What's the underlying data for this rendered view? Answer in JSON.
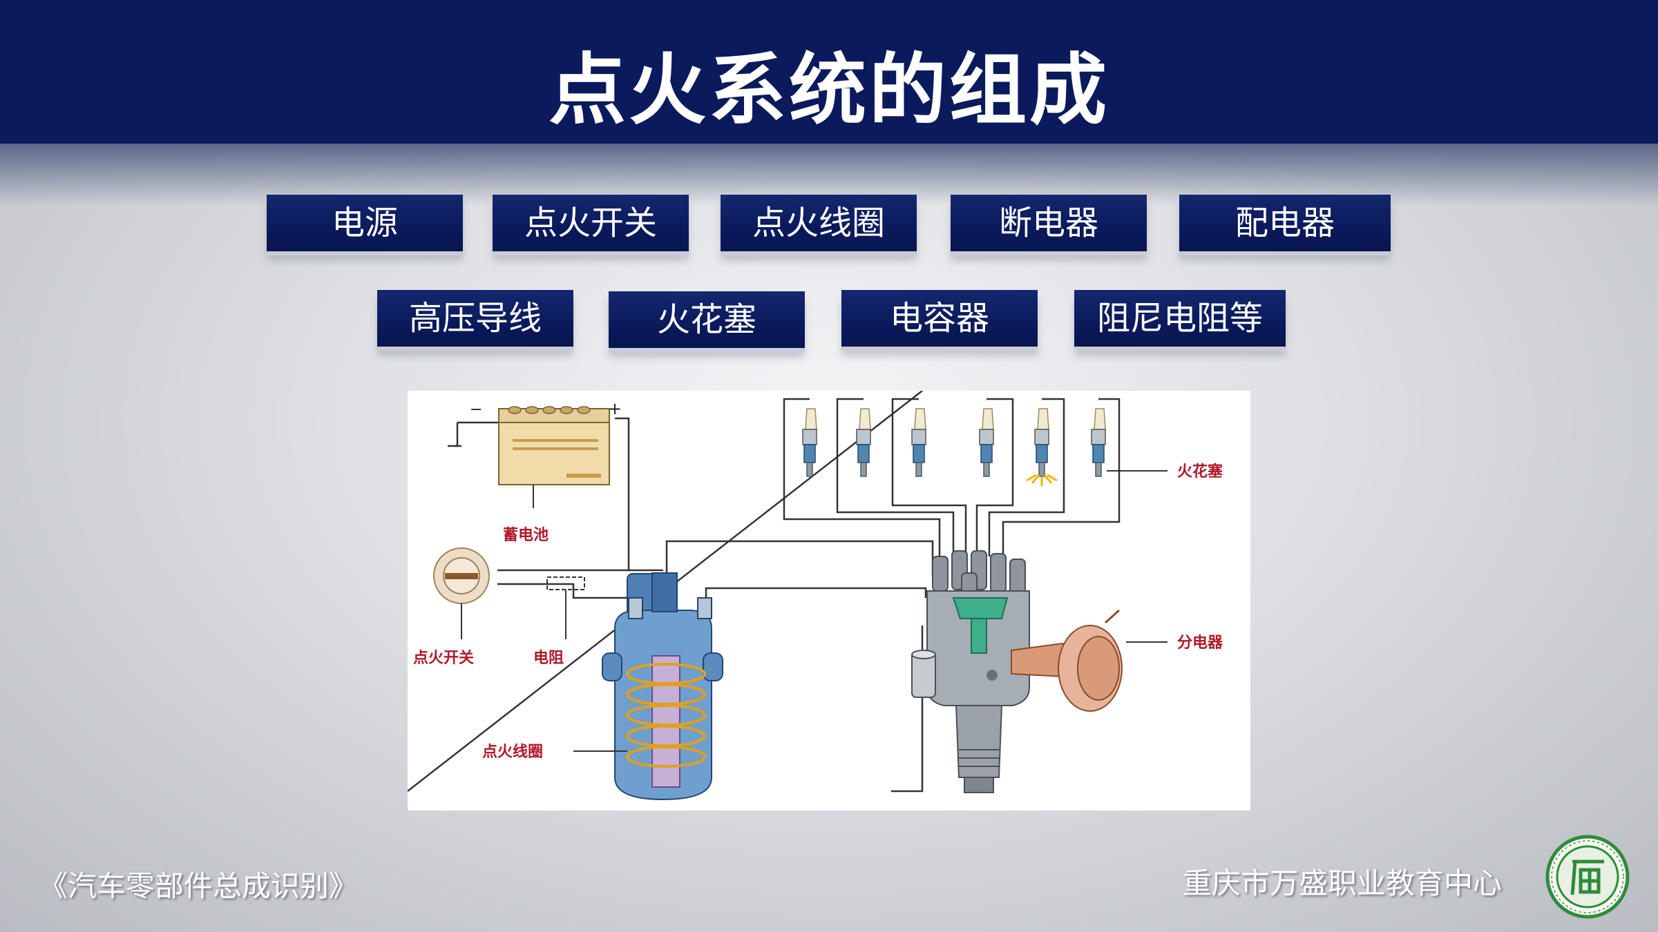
{
  "title": "点火系统的组成",
  "components_row1": [
    "电源",
    "点火开关",
    "点火线圈",
    "断电器",
    "配电器"
  ],
  "components_row2": [
    "高压导线",
    "火花塞",
    "电容器",
    "阻尼电阻等"
  ],
  "diagram": {
    "battery_label": "蓄电池",
    "ignition_switch_label": "点火开关",
    "resistor_label": "电阻",
    "ignition_coil_label": "点火线圈",
    "spark_plug_label": "火花塞",
    "distributor_label": "分电器",
    "minus_sign": "−",
    "plus_sign": "+"
  },
  "footer": {
    "course": "《汽车零部件总成识别》",
    "school": "重庆市万盛职业教育中心"
  },
  "colors": {
    "header": "#0a1a5c",
    "label_red": "#b0182a",
    "logo_green": "#2e8b3a"
  }
}
